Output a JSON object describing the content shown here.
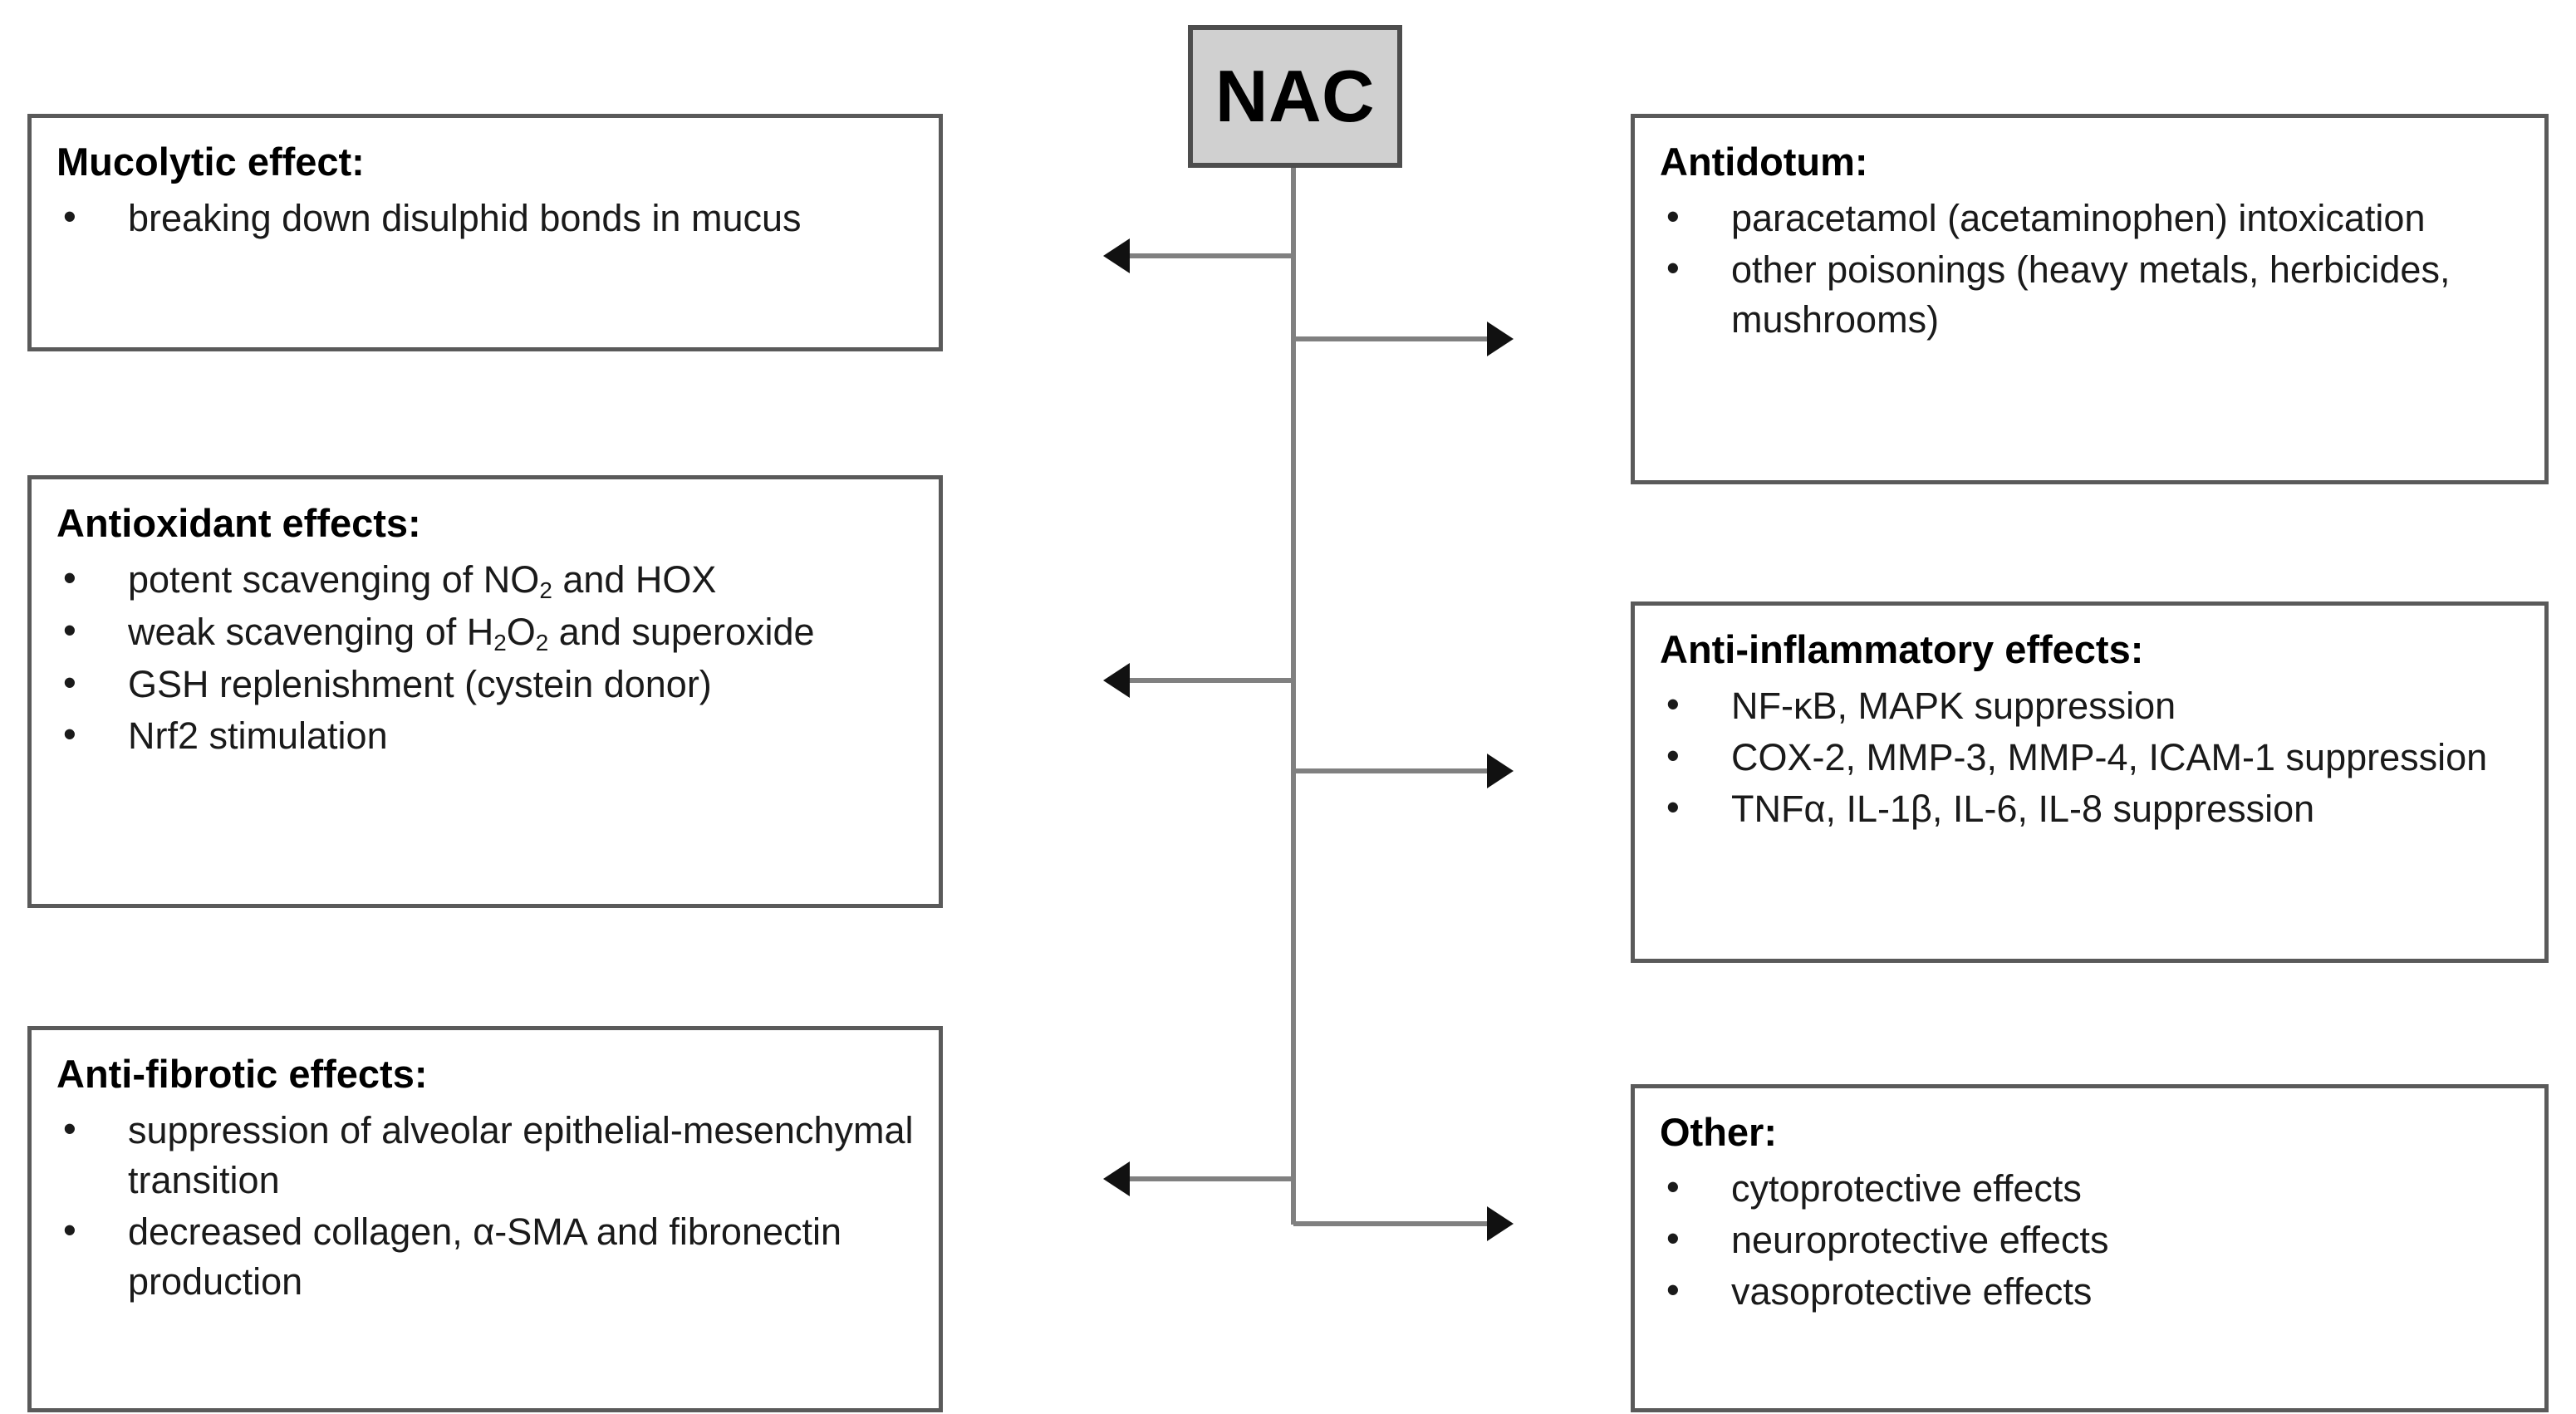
{
  "diagram": {
    "center_node": {
      "label": "NAC",
      "fill_color": "#d0d0d0",
      "border_color": "#4d4d4d"
    },
    "connector": {
      "line_color": "#808080",
      "arrowhead_color": "#111111"
    },
    "boxes": {
      "mucolytic": {
        "title": "Mucolytic effect:",
        "bullets": [
          "breaking down disulphid bonds in mucus"
        ]
      },
      "antioxidant": {
        "title": "Antioxidant effects:",
        "bullets": [
          "potent scavenging of NO2 and HOX",
          "weak scavenging of H2O2 and superoxide",
          "GSH replenishment (cystein donor)",
          "Nrf2 stimulation"
        ],
        "bullets_rich": [
          {
            "pre": "potent scavenging of NO",
            "sub": "2",
            "post": " and HOX"
          },
          {
            "pre": "weak scavenging of H",
            "sub": "2",
            "mid": "O",
            "sub2": "2",
            "post": " and superoxide"
          },
          {
            "pre": "GSH replenishment (cystein donor)"
          },
          {
            "pre": "Nrf2 stimulation"
          }
        ]
      },
      "antifibrotic": {
        "title": "Anti-fibrotic effects:",
        "bullets": [
          "suppression of alveolar epithelial-mesenchymal transition",
          "decreased collagen, α-SMA and fibronectin production"
        ]
      },
      "antidotum": {
        "title": "Antidotum:",
        "bullets": [
          "paracetamol (acetaminophen) intoxication",
          "other poisonings (heavy metals, herbicides, mushrooms)"
        ]
      },
      "antiinflammatory": {
        "title": "Anti-inflammatory effects:",
        "bullets": [
          "NF-κB, MAPK suppression",
          "COX-2, MMP-3, MMP-4, ICAM-1 suppression",
          "TNFα, IL-1β, IL-6, IL-8 suppression"
        ]
      },
      "other": {
        "title": "Other:",
        "bullets": [
          "cytoprotective effects",
          "neuroprotective effects",
          "vasoprotective effects"
        ]
      }
    }
  }
}
